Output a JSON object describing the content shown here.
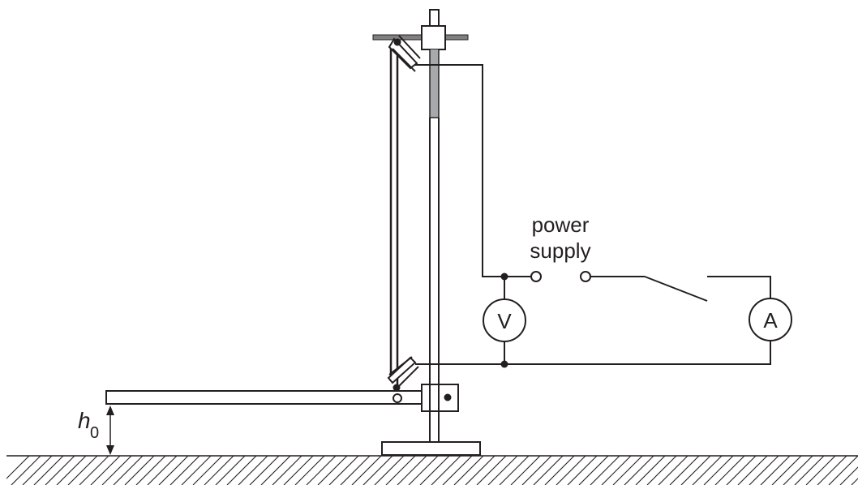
{
  "labels": {
    "power_line1": "power",
    "power_line2": "supply",
    "voltmeter": "V",
    "ammeter": "A",
    "height_symbol": "h",
    "height_subscript": "0"
  },
  "colors": {
    "ink": "#231f20",
    "clamp_grey": "#808080",
    "tape_grey": "#a7a9ac"
  }
}
